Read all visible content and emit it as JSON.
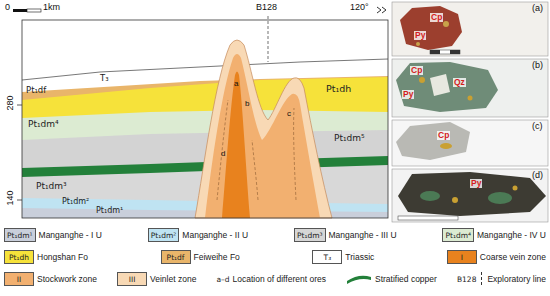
{
  "diagram": {
    "labels": [
      "0",
      "1km",
      "B128",
      "120°",
      "280",
      "140",
      "T₃",
      "Pt₁df",
      "Pt₁dh",
      "Pt₁dm⁴",
      "Pt₁dm⁵",
      "Pt₁dm³",
      "Pt₁dm²",
      "Pt₁dm¹",
      "a",
      "b",
      "c",
      "d",
      "(a)",
      "Cp",
      "Py",
      "(b)",
      "Cp",
      "Py",
      "Qz",
      "(c)",
      "Cp",
      "(d)",
      "Py",
      "Pt₁dm¹",
      "Pt₁dm²",
      "Pt₁dm³",
      "Pt₁dm⁴",
      "Pt₁dh",
      "Pt₁df",
      "T₃",
      "I",
      "II",
      "III",
      "a–d",
      "B128"
    ],
    "legend": [
      {
        "text": "Manganghe - I U",
        "color": "#c9cfdb"
      },
      {
        "text": "Manganghe - II U",
        "color": "#bfe3f2"
      },
      {
        "text": "Manganghe - III U",
        "color": "#d6d6d6"
      },
      {
        "text": "Manganghe - IV U",
        "color": "#dcebd2"
      },
      {
        "text": "Hongshan Fo",
        "color": "#f6e23a"
      },
      {
        "text": "Feiweihe Fo",
        "color": "#e9b56a"
      },
      {
        "text": "Triassic",
        "color": "#ffffff"
      },
      {
        "text": "Coarse vein zone",
        "color": "#e8821e"
      },
      {
        "text": "Stockwork zone",
        "color": "#f2b070"
      },
      {
        "text": "Veinlet zone",
        "color": "#f8d9b5"
      },
      {
        "text": "Location of different ores"
      },
      {
        "text": "Stratified copper"
      },
      {
        "text": "Exploratory line"
      }
    ]
  }
}
